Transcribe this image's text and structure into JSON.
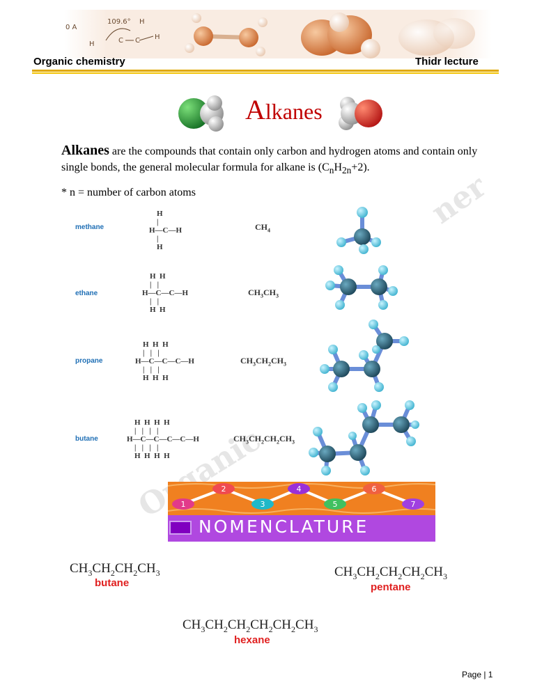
{
  "header": {
    "left": "Organic chemistry",
    "right": "Thidr lecture",
    "banner_angle": "109.6°",
    "banner_length": "0 A",
    "banner_atoms": {
      "h": "H",
      "c": "C"
    }
  },
  "title": {
    "initial": "A",
    "rest": "lkanes"
  },
  "intro": {
    "lead": "Alkanes",
    "text": " are the compounds that contain only carbon and hydrogen atoms and contain only single bonds, the general molecular formula for alkane is (C",
    "sub_n": "n",
    "h": "H",
    "sub_2n": "2n",
    "tail": "+2)."
  },
  "note": "* n = number of carbon atoms",
  "watermark": {
    "w1": "Organic",
    "w2": "ner"
  },
  "structures": {
    "methane": {
      "r1": "    H",
      "r2": "    |",
      "r3": "H—C—H",
      "r4": "    |",
      "r5": "    H"
    },
    "ethane": {
      "r1": "    H  H",
      "r2": "    |   |",
      "r3": "H—C—C—H",
      "r4": "    |   |",
      "r5": "    H  H"
    },
    "propane": {
      "r1": "    H  H  H",
      "r2": "    |   |   |",
      "r3": "H—C—C—C—H",
      "r4": "    |   |   |",
      "r5": "    H  H  H"
    },
    "butane": {
      "r1": "    H  H  H  H",
      "r2": "    |   |   |   |",
      "r3": "H—C—C—C—C—H",
      "r4": "    |   |   |   |",
      "r5": "    H  H  H  H"
    }
  },
  "alkanes": [
    {
      "name": "methane",
      "f": [
        [
          "CH",
          "4"
        ]
      ]
    },
    {
      "name": "ethane",
      "f": [
        [
          "CH",
          "3"
        ],
        [
          "CH",
          "3"
        ]
      ]
    },
    {
      "name": "propane",
      "f": [
        [
          "CH",
          "3"
        ],
        [
          "CH",
          "2"
        ],
        [
          "CH",
          "3"
        ]
      ]
    },
    {
      "name": "butane",
      "f": [
        [
          "CH",
          "3"
        ],
        [
          "CH",
          "2"
        ],
        [
          "CH",
          "2"
        ],
        [
          "CH",
          "3"
        ]
      ]
    }
  ],
  "nomenclature": {
    "label": "NOMENCLATURE",
    "numbers": [
      "1",
      "2",
      "3",
      "4",
      "5",
      "6",
      "7"
    ]
  },
  "examples": {
    "butane": {
      "name": "butane",
      "f": [
        "CH",
        "3",
        "CH",
        "2",
        "CH",
        "2",
        "CH",
        "3"
      ]
    },
    "pentane": {
      "name": "pentane",
      "f": [
        "CH",
        "3",
        "CH",
        "2",
        "CH",
        "2",
        "CH",
        "2",
        "CH",
        "3"
      ]
    },
    "hexane": {
      "name": "hexane",
      "f": [
        "CH",
        "3",
        "CH",
        "2",
        "CH",
        "2",
        "CH",
        "2",
        "CH",
        "2",
        "CH",
        "3"
      ]
    }
  },
  "page": "Page | 1",
  "colors": {
    "title": "#c00000",
    "alkane_name": "#1f6fb5",
    "example_name": "#e02020",
    "nomen_bg": "#f08020",
    "nomen_band": "#b048e0"
  }
}
